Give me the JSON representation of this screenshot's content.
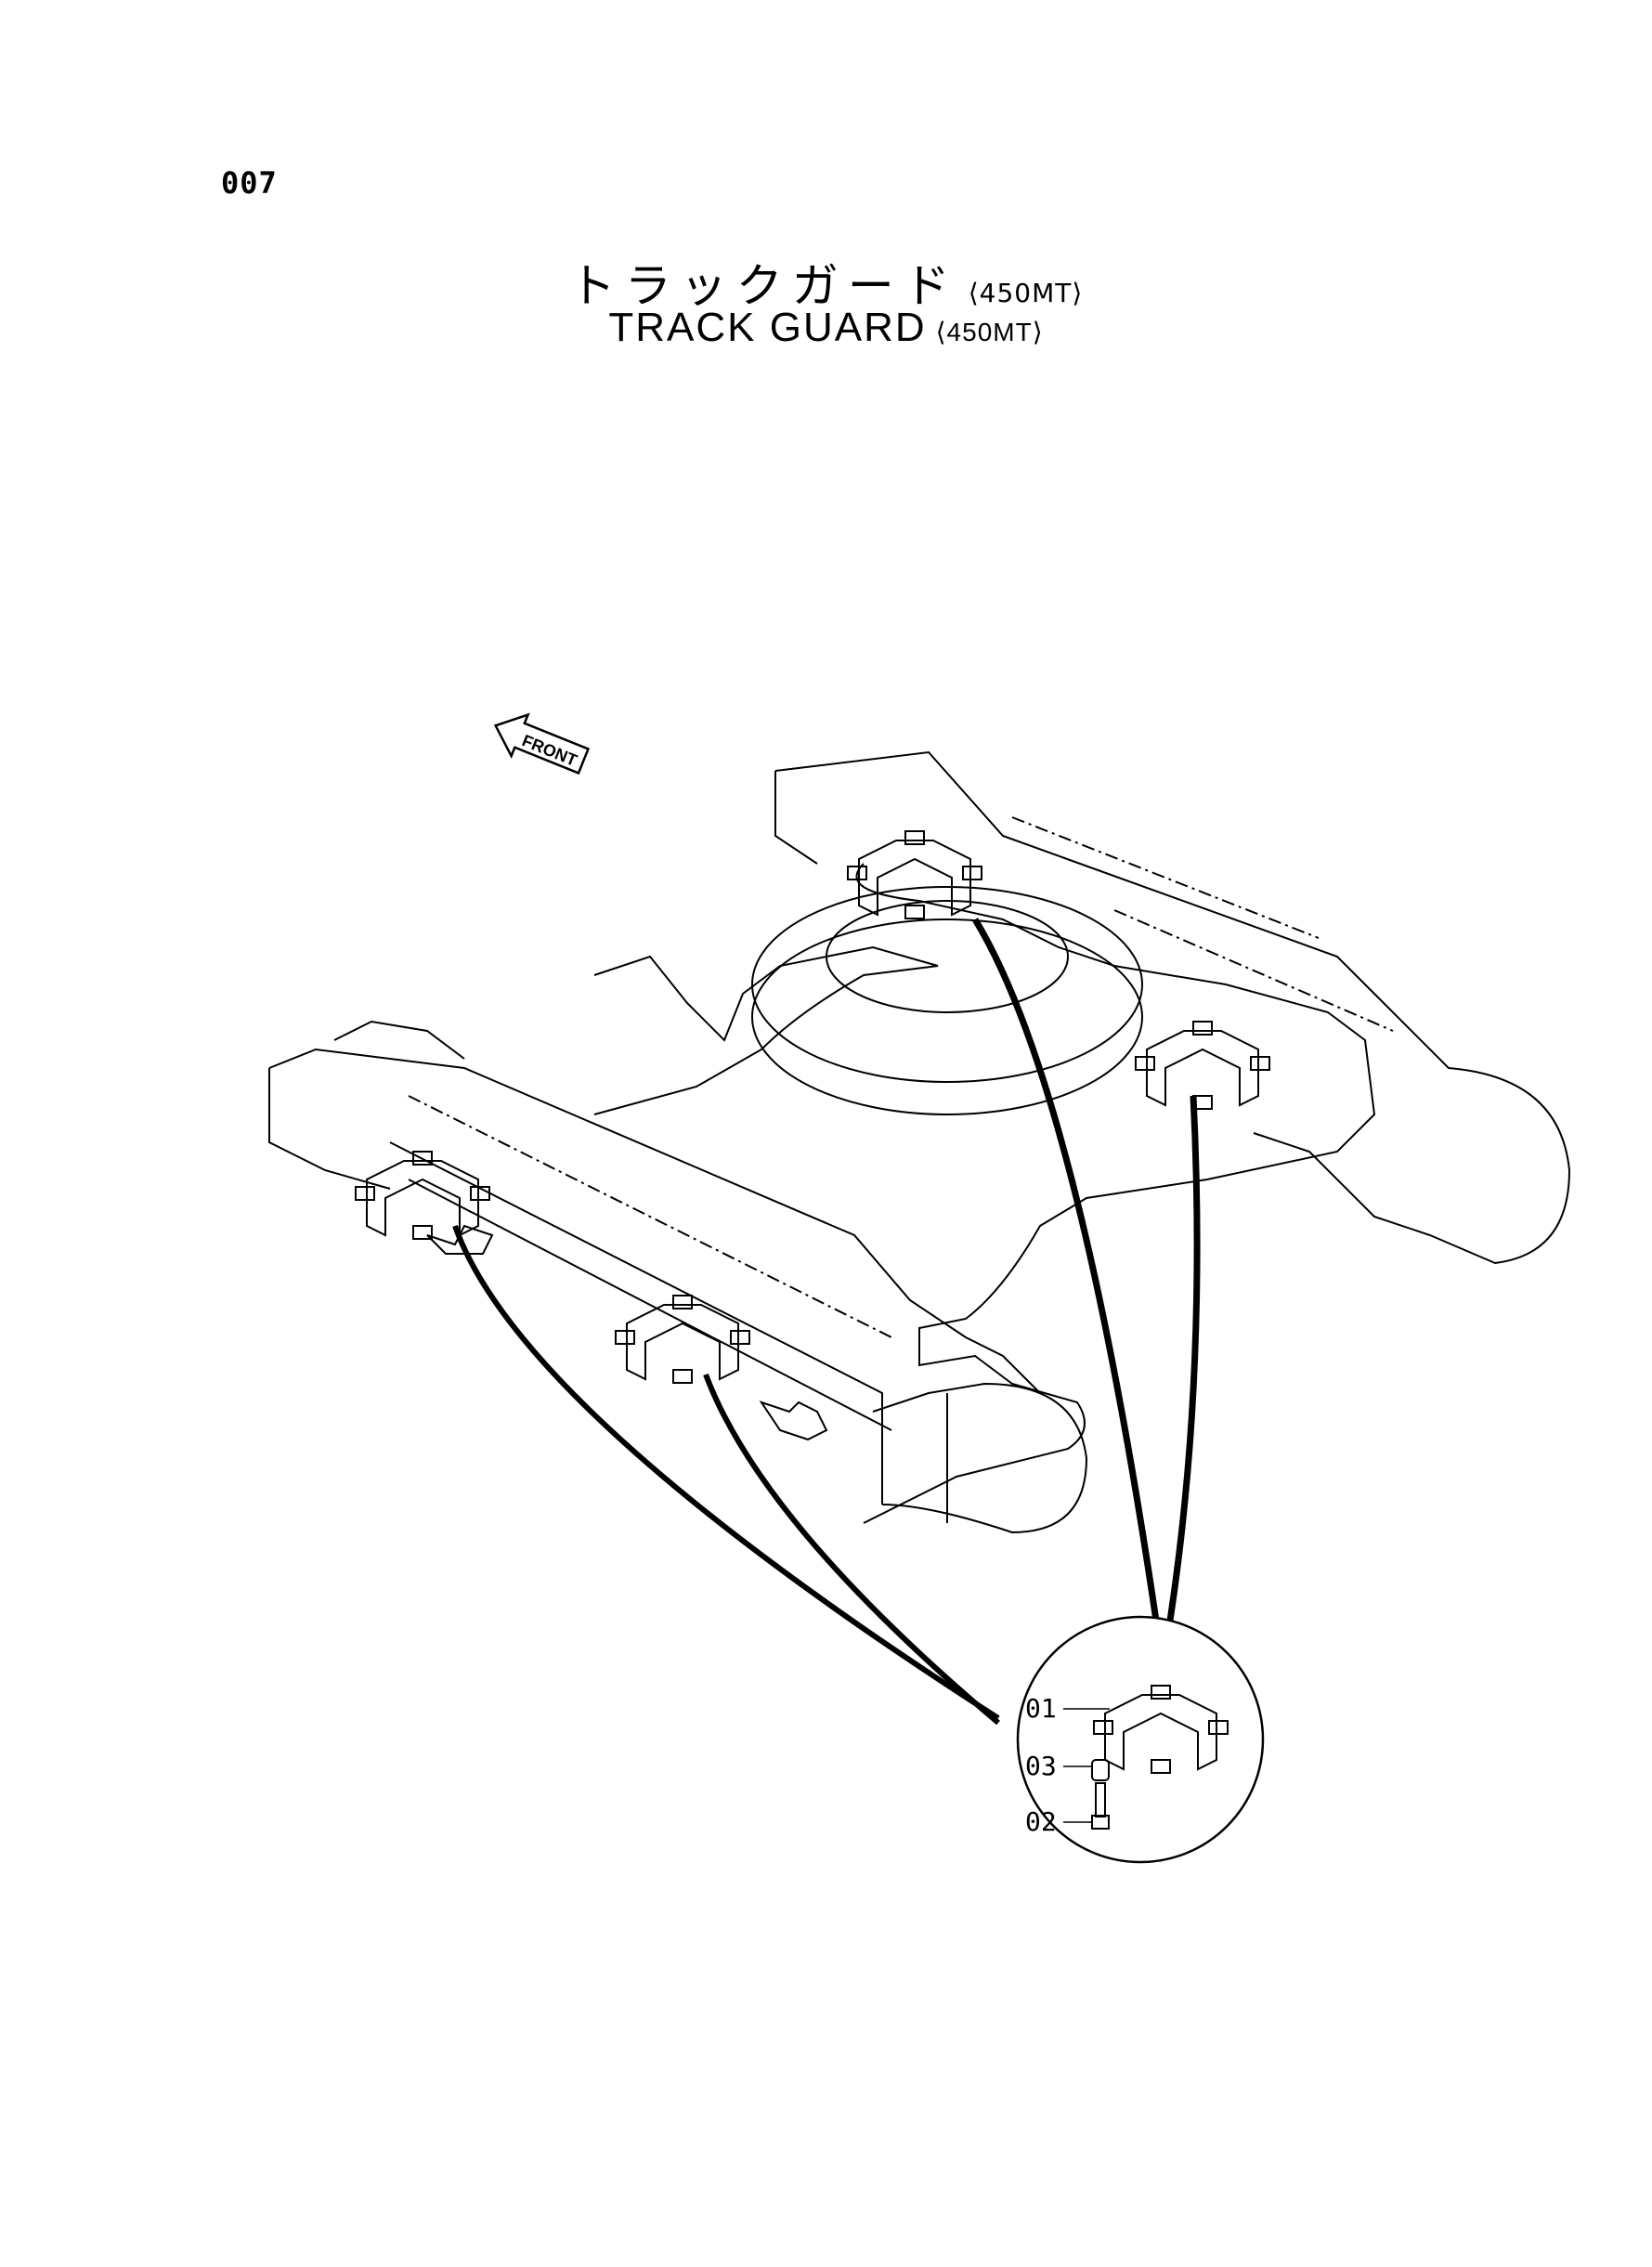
{
  "page": {
    "number": "007",
    "title_jp": "トラックガード",
    "title_en": "TRACK  GUARD",
    "variant": "⟨450MT⟩"
  },
  "diagram": {
    "front_label": "FRONT",
    "callouts": [
      {
        "label": "01",
        "part": "track-guard-bracket"
      },
      {
        "label": "03",
        "part": "spacer-collar"
      },
      {
        "label": "02",
        "part": "bolt"
      }
    ]
  }
}
